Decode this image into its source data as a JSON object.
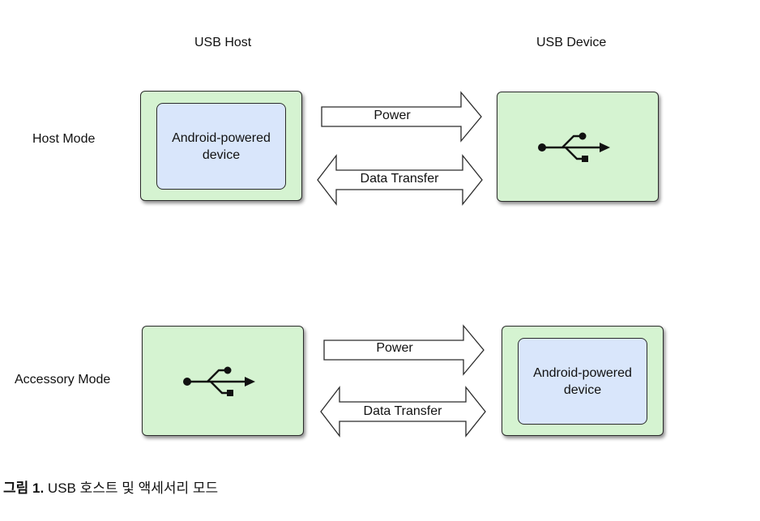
{
  "columns": {
    "host": "USB Host",
    "device": "USB Device"
  },
  "rows": {
    "host_mode": {
      "label": "Host Mode",
      "left_box_text": "Android-powered device",
      "arrow_power": "Power",
      "arrow_data": "Data Transfer",
      "right_icon": "usb-icon"
    },
    "accessory_mode": {
      "label": "Accessory Mode",
      "left_icon": "usb-icon",
      "arrow_power": "Power",
      "arrow_data": "Data Transfer",
      "right_box_text": "Android-powered device"
    }
  },
  "caption": {
    "prefix": "그림 1.",
    "text": " USB 호스트 및 액세서리 모드"
  },
  "colors": {
    "box_green": "#d5f3d1",
    "box_blue": "#d9e6fb",
    "border": "#2b2b2b"
  }
}
